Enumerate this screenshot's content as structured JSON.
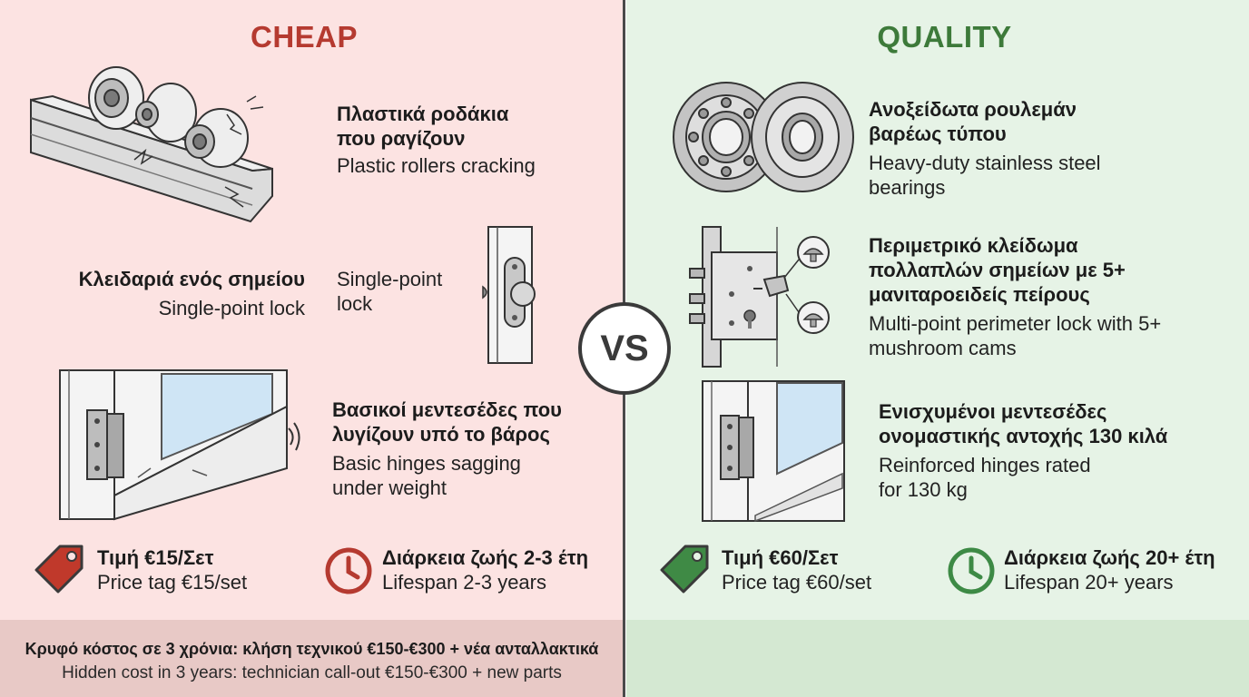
{
  "cheap": {
    "title": "CHEAP",
    "accent": "#b53a30",
    "rollers": {
      "title_line1": "Πλαστικά ροδάκια",
      "title_line2": "που ραγίζουν",
      "desc": "Plastic rollers cracking"
    },
    "lock": {
      "title": "Κλειδαριά ενός σημείου",
      "desc": "Single-point lock",
      "desc2_line1": "Single-point",
      "desc2_line2": "lock"
    },
    "hinges": {
      "title_line1": "Βασικοί μεντεσέδες που",
      "title_line2": "λυγίζουν υπό το βάρος",
      "desc_line1": "Basic hinges sagging",
      "desc_line2": "under weight"
    },
    "price": {
      "title": "Τιμή €15/Σετ",
      "desc": "Price tag €15/set",
      "icon": "price-tag-icon"
    },
    "lifespan": {
      "title": "Διάρκεια ζωής 2-3 έτη",
      "desc": "Lifespan 2-3 years",
      "icon": "clock-icon"
    }
  },
  "quality": {
    "title": "QUALITY",
    "accent": "#3d7a3a",
    "bearings": {
      "title_line1": "Ανοξείδωτα ρουλεμάν",
      "title_line2": "βαρέως τύπου",
      "desc_line1": "Heavy-duty stainless steel",
      "desc_line2": "bearings"
    },
    "lock": {
      "title_line1": "Περιμετρικό κλείδωμα",
      "title_line2": "πολλαπλών σημείων με 5+",
      "title_line3": "μανιταροειδείς πείρους",
      "desc_line1": "Multi-point perimeter lock with 5+",
      "desc_line2": "mushroom cams"
    },
    "hinges": {
      "title_line1": "Ενισχυμένοι μεντεσέδες",
      "title_line2": "ονομαστικής αντοχής 130 κιλά",
      "desc_line1": "Reinforced hinges rated",
      "desc_line2": "for 130 kg"
    },
    "price": {
      "title": "Τιμή €60/Σετ",
      "desc": "Price tag €60/set",
      "icon": "price-tag-icon"
    },
    "lifespan": {
      "title": "Διάρκεια ζωής 20+ έτη",
      "desc": "Lifespan 20+ years",
      "icon": "clock-icon"
    }
  },
  "vs": "VS",
  "footer": {
    "greek": "Κρυφό κόστος σε 3 χρόνια: κλήση τεχνικού €150-€300 + νέα ανταλλακτικά",
    "english": "Hidden cost in 3 years: technician call-out €150-€300 + new parts"
  }
}
